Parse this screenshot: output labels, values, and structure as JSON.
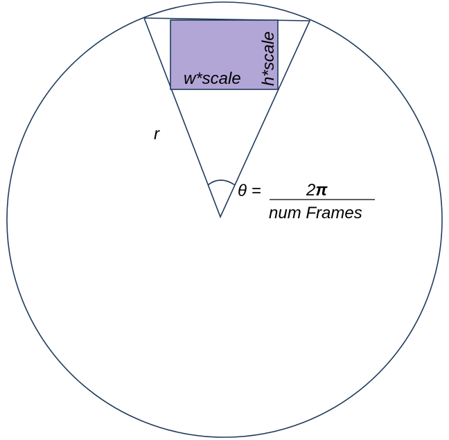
{
  "diagram": {
    "labels": {
      "radius": "r",
      "width": "w*scale",
      "height": "h*scale",
      "theta": "θ =",
      "numerator": "2",
      "pi": "π",
      "denominator": "num Frames"
    },
    "colors": {
      "stroke": "#1f3a5c",
      "frame_fill": "#b1a6d6",
      "text": "#000000"
    }
  }
}
